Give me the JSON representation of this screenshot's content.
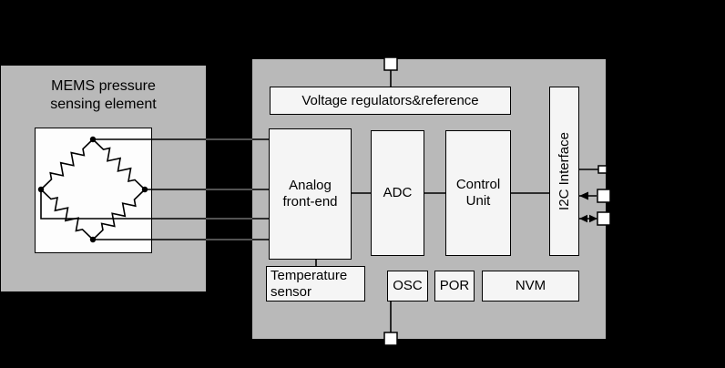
{
  "diagram": {
    "mems": {
      "title_line1": "MEMS pressure",
      "title_line2": "sensing element"
    },
    "asic": {
      "voltage_regulator_label": "Voltage regulators&reference",
      "afe_line1": "Analog",
      "afe_line2": "front-end",
      "adc_label": "ADC",
      "control_line1": "Control",
      "control_line2": "Unit",
      "i2c_label": "I2C Interface",
      "temp_line1": "Temperature",
      "temp_line2": "sensor",
      "osc_label": "OSC",
      "por_label": "POR",
      "nvm_label": "NVM"
    },
    "colors": {
      "background": "#000000",
      "module_fill": "#b9b9b9",
      "box_fill": "#f5f5f5",
      "box_border": "#000000",
      "wire": "#000000",
      "wire_on_black": "#6e6e6e",
      "pin_fill": "#ffffff"
    }
  }
}
